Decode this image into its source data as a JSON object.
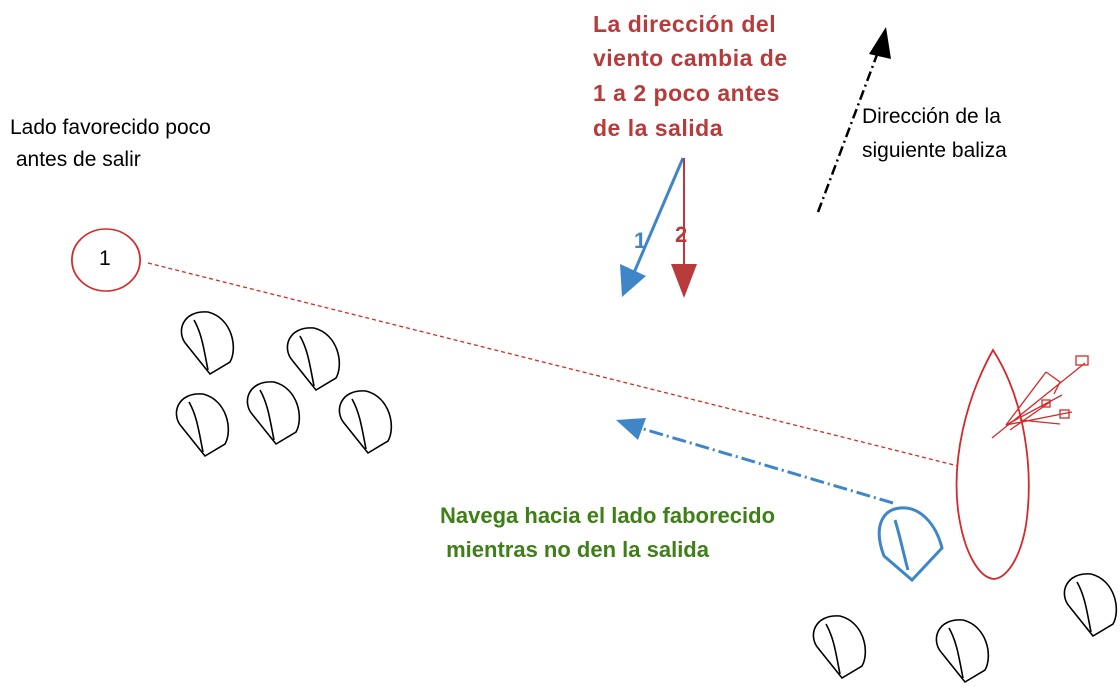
{
  "colors": {
    "red": "#d42a2a",
    "dark_red": "#b83a3a",
    "blue": "#3f86c8",
    "green": "#3f7f17",
    "black": "#000000"
  },
  "labels": {
    "favored_side_line1": "Lado favorecido poco",
    "favored_side_line2": " antes de salir",
    "wind_change_line1": "La dirección del",
    "wind_change_line2": "viento cambia de",
    "wind_change_line3": "1 a 2 poco antes",
    "wind_change_line4": "de la salida",
    "next_mark_line1": "Dirección de la",
    "next_mark_line2": "siguiente baliza",
    "sail_favored_line1": "Navega hacia el lado faborecido",
    "sail_favored_line2": " mientras no den la salida"
  },
  "wind": {
    "arrow1_label": "1",
    "arrow2_label": "2"
  },
  "buoy": {
    "label": "1"
  },
  "icons": {
    "wind_arrow_1": "arrow-down-left-icon",
    "wind_arrow_2": "arrow-down-icon",
    "next_mark_arrow": "arrow-up-right-icon",
    "sailboat": "sail-icon",
    "committee_boat": "committee-boat-icon"
  }
}
